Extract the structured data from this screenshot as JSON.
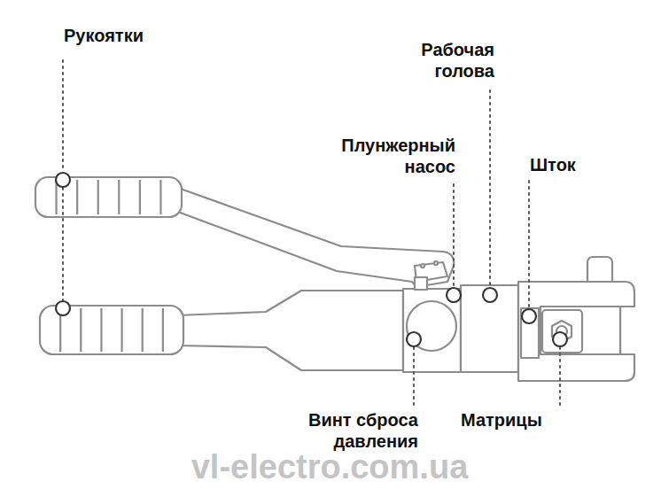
{
  "diagram": {
    "labels": [
      "Рукоятки",
      "Рабочая голова",
      "Плунжерный насос",
      "Шток",
      "Винт сброса давления",
      "Матрицы",
      "vl-electro.com.ua"
    ]
  }
}
